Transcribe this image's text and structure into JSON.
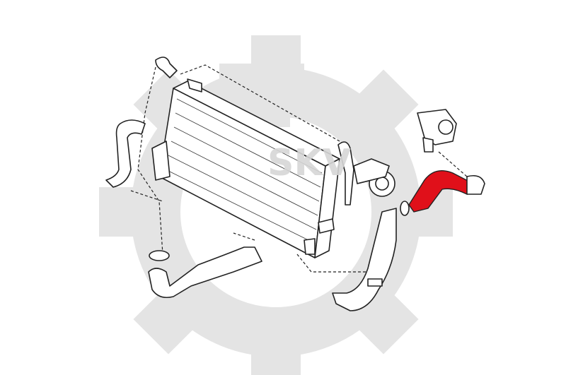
{
  "diagram": {
    "watermark": {
      "text": "SKV",
      "color": "#e4e4e4"
    },
    "highlight_color": "#e0101a",
    "parts": [
      {
        "name": "intercooler"
      },
      {
        "name": "turbocharger"
      },
      {
        "name": "throttle-body"
      },
      {
        "name": "highlighted-intercooler-hose"
      },
      {
        "name": "left-upper-hose"
      },
      {
        "name": "top-small-hose"
      },
      {
        "name": "lower-left-hose"
      },
      {
        "name": "lower-right-hose"
      }
    ]
  }
}
